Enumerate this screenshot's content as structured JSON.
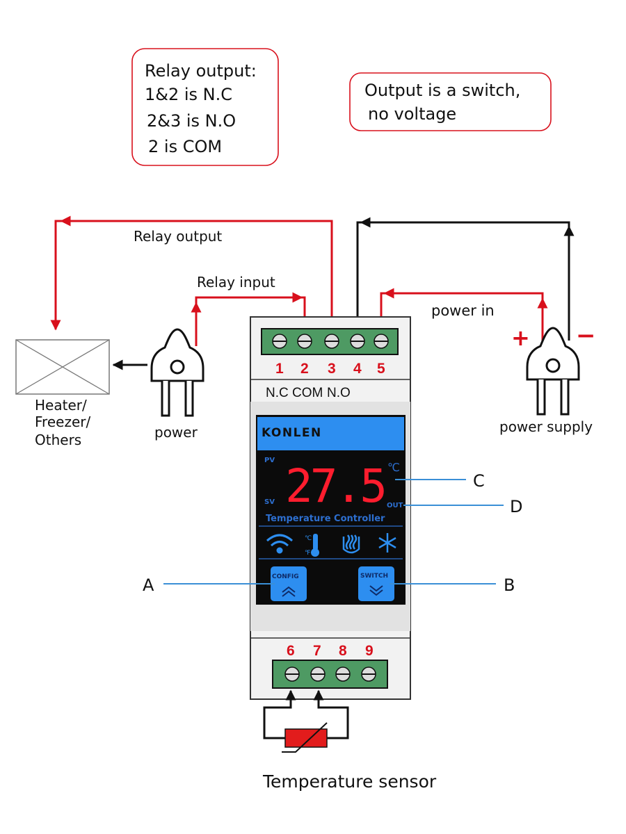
{
  "notes": {
    "relay_note": [
      "Relay output:",
      "1&2 is  N.C",
      "2&3 is N.O",
      "2 is COM"
    ],
    "output_note": [
      "Output is a switch,",
      "no voltage"
    ]
  },
  "wires": {
    "relay_output": "Relay output",
    "relay_input": "Relay input",
    "power_in": "power in",
    "plus": "+",
    "minus": "−"
  },
  "load": {
    "label_lines": [
      "Heater/",
      "Freezer/",
      "Others"
    ]
  },
  "power_plug": {
    "label": "power"
  },
  "power_supply": {
    "label": "power supply"
  },
  "device": {
    "top_terminals": [
      "1",
      "2",
      "3",
      "4",
      "5"
    ],
    "terminal_labels": [
      "N.C",
      "COM",
      "N.O"
    ],
    "brand": "KONLEN",
    "pv": "PV",
    "sv": "SV",
    "display_value": "27.5",
    "unit": "℃",
    "out": "OUT",
    "subtitle": "Temperature Controller",
    "status_icons": [
      "wifi-icon",
      "thermometer-icon",
      "heating-icon",
      "snowflake-icon"
    ],
    "config_button": "CONFIG",
    "switch_button": "SWITCH",
    "bottom_terminals": [
      "6",
      "7",
      "8",
      "9"
    ]
  },
  "callouts": {
    "A": "A",
    "B": "B",
    "C": "C",
    "D": "D"
  },
  "sensor": {
    "label": "Temperature sensor"
  },
  "colors": {
    "red": "#d8101c",
    "black": "#111111",
    "display_blue": "#1e88e5",
    "terminal_green": "#4e9a63",
    "callout": "#3a8fd6"
  }
}
